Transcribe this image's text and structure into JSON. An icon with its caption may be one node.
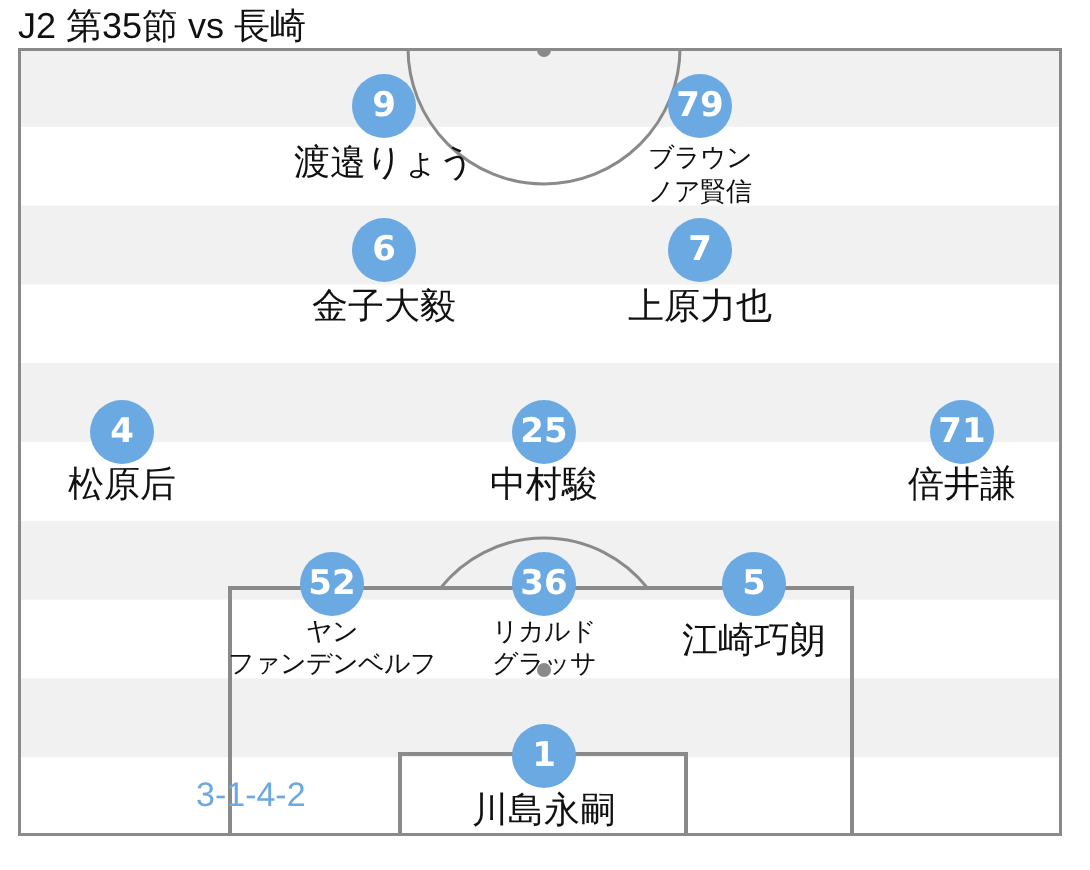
{
  "diagram": {
    "title": "J2 第35節 vs 長崎",
    "nodes": [
      {
        "text": [
          "9",
          "渡邉りょう"
        ]
      },
      {
        "text": [
          "79",
          "ブラウンノア賢信"
        ]
      },
      {
        "text": [
          "6",
          "金子大毅"
        ]
      },
      {
        "text": [
          "7",
          "上原力也"
        ]
      },
      {
        "text": [
          "4",
          "松原后"
        ]
      },
      {
        "text": [
          "25",
          "中村駿"
        ]
      },
      {
        "text": [
          "71",
          "倍井謙"
        ]
      },
      {
        "text": [
          "52",
          "ヤンファンデンベルフ"
        ]
      },
      {
        "text": [
          "36",
          "リカルドグラッサ"
        ]
      },
      {
        "text": [
          "5",
          "江崎巧朗"
        ]
      },
      {
        "text": [
          "1",
          "川島永嗣"
        ]
      }
    ],
    "labels": [
      "3-1-4-2"
    ]
  }
}
